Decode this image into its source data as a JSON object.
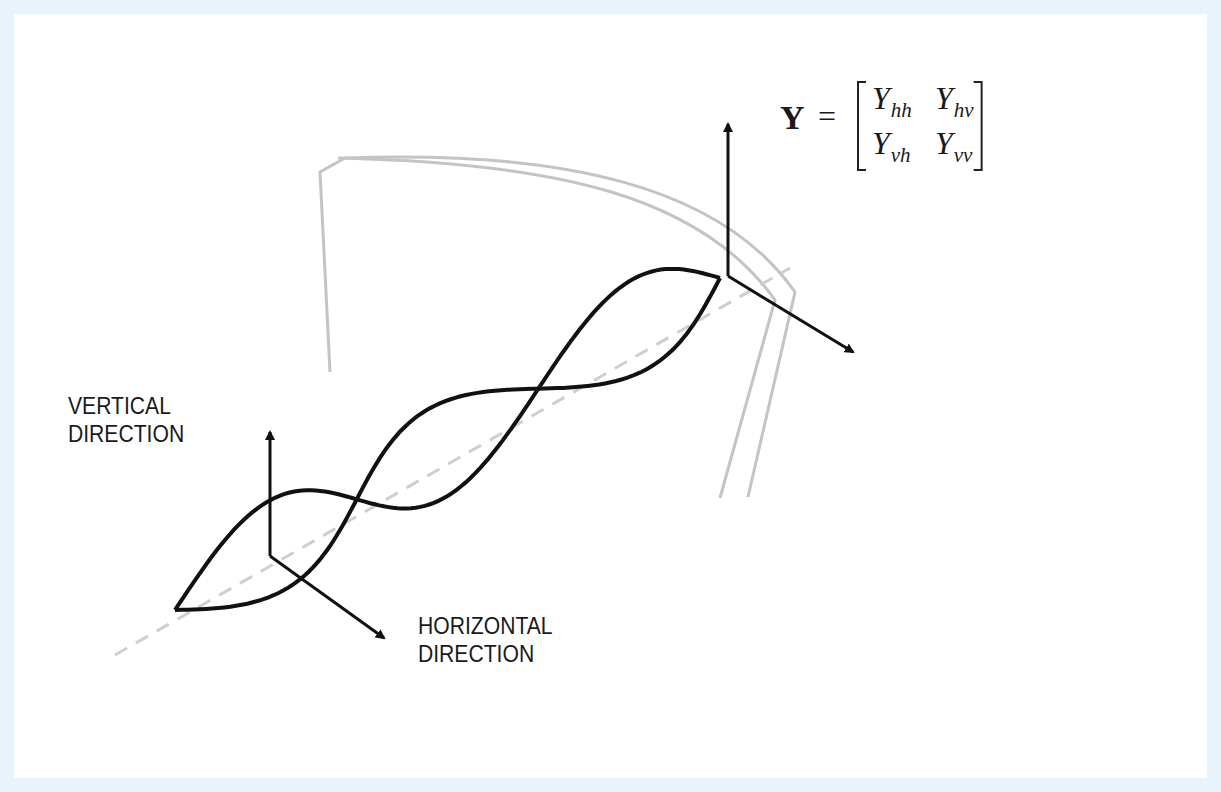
{
  "diagram": {
    "labels": [
      "VERTICAL DIRECTION",
      "HORIZONTAL DIRECTION",
      "Y",
      "=",
      "Y",
      "hh",
      "Y",
      "hv",
      "Y",
      "vh",
      "Y",
      "vv"
    ]
  }
}
